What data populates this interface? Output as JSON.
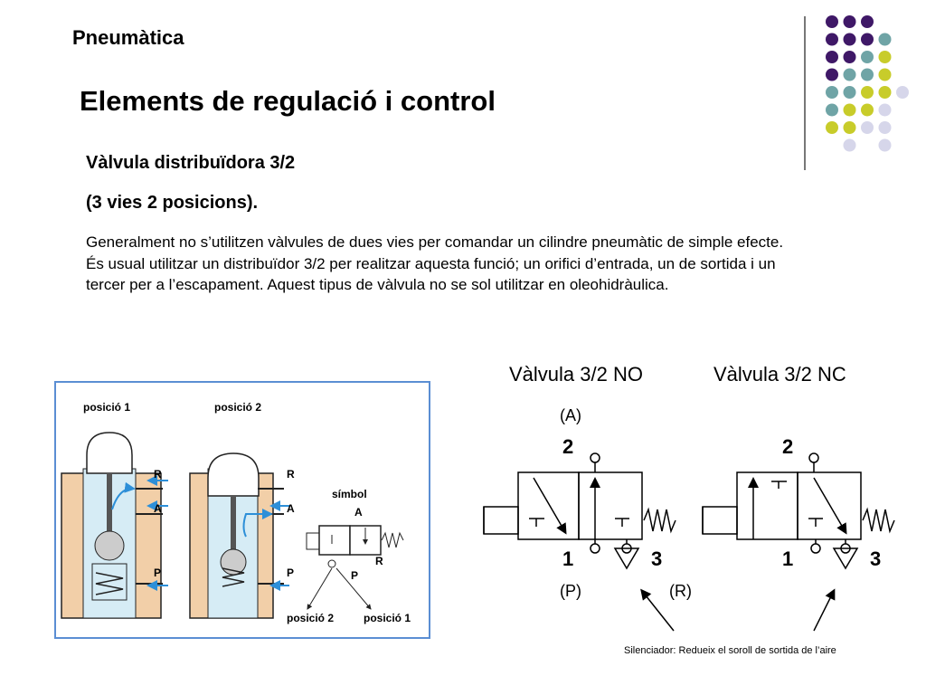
{
  "section": "Pneumàtica",
  "title": "Elements de regulació i control",
  "subtitle_line1": "Vàlvula distribuïdora 3/2",
  "subtitle_line2": "(3 vies 2 posicions).",
  "body": "Generalment no s’utilitzen vàlvules de dues vies per comandar un cilindre pneumàtic de simple efecte. És usual utilitzar un distribuïdor 3/2 per realitzar aquesta funció; un orifici d’entrada, un de sortida i un tercer per a l’escapament. Aquest tipus de vàlvula no se sol utilitzar en oleohidràulica.",
  "figure": {
    "pos1": "posició 1",
    "pos2": "posició 2",
    "simbol": "símbol",
    "port_r": "R",
    "port_a": "A",
    "port_p": "P",
    "bottom_pos2": "posició 2",
    "bottom_pos1": "posició 1"
  },
  "valve_no": {
    "title": "Vàlvula 3/2 NO",
    "n2": "2",
    "n1": "1",
    "n3": "3"
  },
  "valve_nc": {
    "title": "Vàlvula 3/2 NC",
    "n2": "2",
    "n1": "1",
    "n3": "3"
  },
  "labels": {
    "a": "(A)",
    "p": "(P)",
    "r": "(R)"
  },
  "note": "Silenciador: Redueix el soroll de sortida de l’aire",
  "colors": {
    "purple": "#3f1867",
    "teal": "#6fa4a6",
    "lime": "#c8cc2a",
    "lavender": "#d6d6ea",
    "figure_border": "#5b8ed3",
    "arrow_blue": "#2d8fd8"
  }
}
